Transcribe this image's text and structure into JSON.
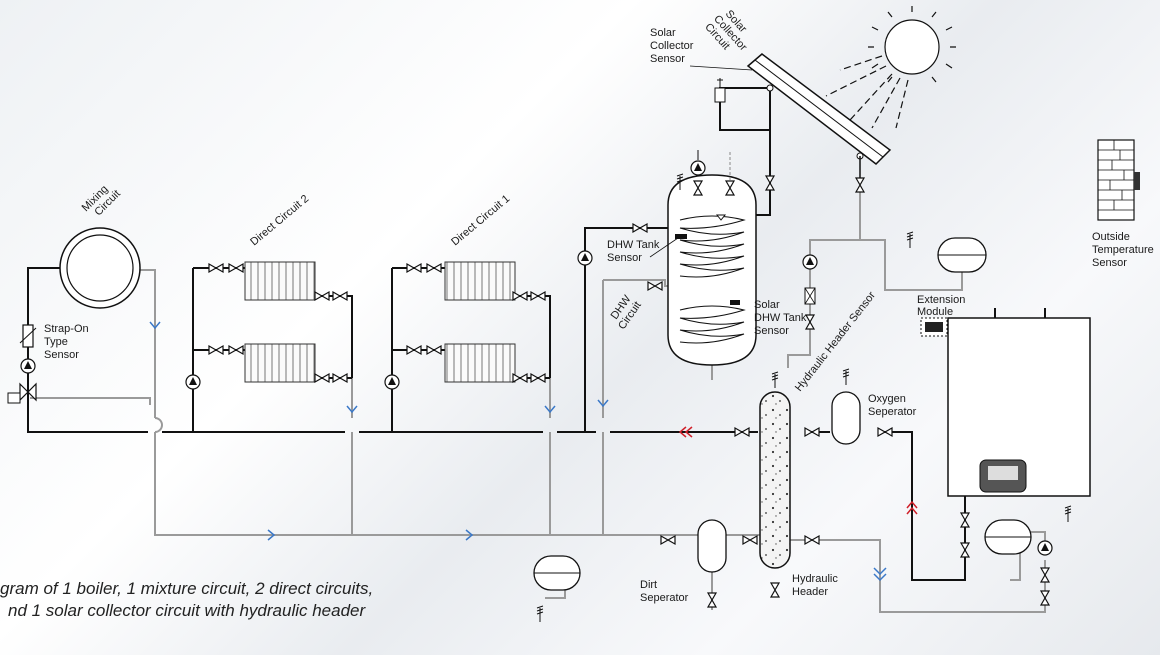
{
  "diagram": {
    "labels": {
      "mixing_circuit": [
        "Mixing",
        "Circuit"
      ],
      "direct_circuit_2": "Direct Circuit 2",
      "direct_circuit_1": "Direct Circuit 1",
      "strap_on_sensor": [
        "Strap-On",
        "Type",
        "Sensor"
      ],
      "dhw_tank_sensor": [
        "DHW Tank",
        "Sensor"
      ],
      "dhw_circuit": [
        "DHW",
        "Circuit"
      ],
      "solar_dhw_tank_sensor": [
        "Solar",
        "DHW Tank",
        "Sensor"
      ],
      "solar_collector_sensor": [
        "Solar",
        "Collector",
        "Sensor"
      ],
      "solar_collector_circuit": [
        "Solar",
        "Collector",
        "Circuit"
      ],
      "hydraulic_header_sensor": "Hydraulic Header Sensor",
      "oxygen_separator": [
        "Oxygen",
        "Seperator"
      ],
      "extension_module": [
        "Extension",
        "Module"
      ],
      "outside_temperature_sensor": [
        "Outside",
        "Temperature",
        "Sensor"
      ],
      "dirt_separator": [
        "Dirt",
        "Seperator"
      ],
      "hydraulic_header": [
        "Hydraulic",
        "Header"
      ]
    },
    "caption": [
      "gram of 1 boiler, 1 mixture circuit, 2 direct circuits,",
      "nd 1 solar collector circuit with hydraulic header"
    ],
    "colors": {
      "supply_pipe": "#111111",
      "return_pipe": "#9a9a9a",
      "flow_arrow_blue": "#3a78c8",
      "flow_arrow_red": "#d0202a"
    }
  }
}
